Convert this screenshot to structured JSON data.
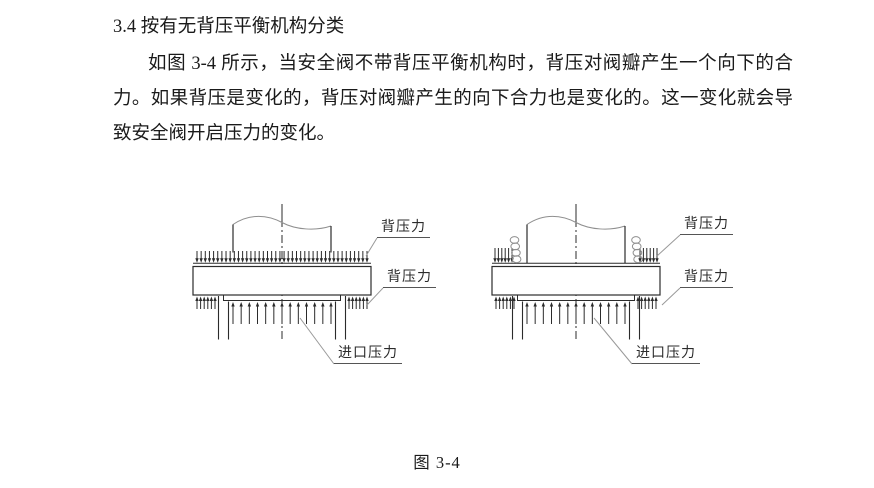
{
  "page": {
    "heading": "3.4 按有无背压平衡机构分类",
    "paragraph_lines": [
      "如图 3-4 所示，当安全阀不带背压平衡机构时，背压对阀瓣产生一个向下的合",
      "力。如果背压是变化的，背压对阀瓣产生的向下合力也是变化的。这一变化就会导",
      "致安全阀开启压力的变化。"
    ]
  },
  "figure": {
    "caption": "图 3-4",
    "left_diagram": {
      "back_pressure_top_label": "背压力",
      "back_pressure_bottom_label": "背压力",
      "inlet_pressure_label": "进口压力"
    },
    "right_diagram": {
      "back_pressure_top_label": "背压力",
      "back_pressure_bottom_label": "背压力",
      "inlet_pressure_label": "进口压力"
    },
    "colors": {
      "line": "#2b2b2b",
      "leader": "#999999",
      "accessory": "#8f8f8f"
    }
  }
}
